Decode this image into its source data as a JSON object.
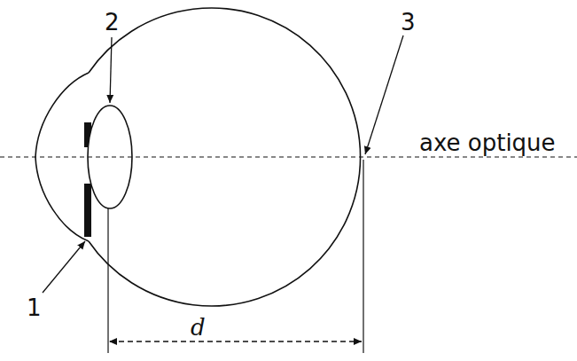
{
  "diagram": {
    "labels": [
      "2",
      "3",
      "axe optique",
      "1",
      "d"
    ]
  }
}
